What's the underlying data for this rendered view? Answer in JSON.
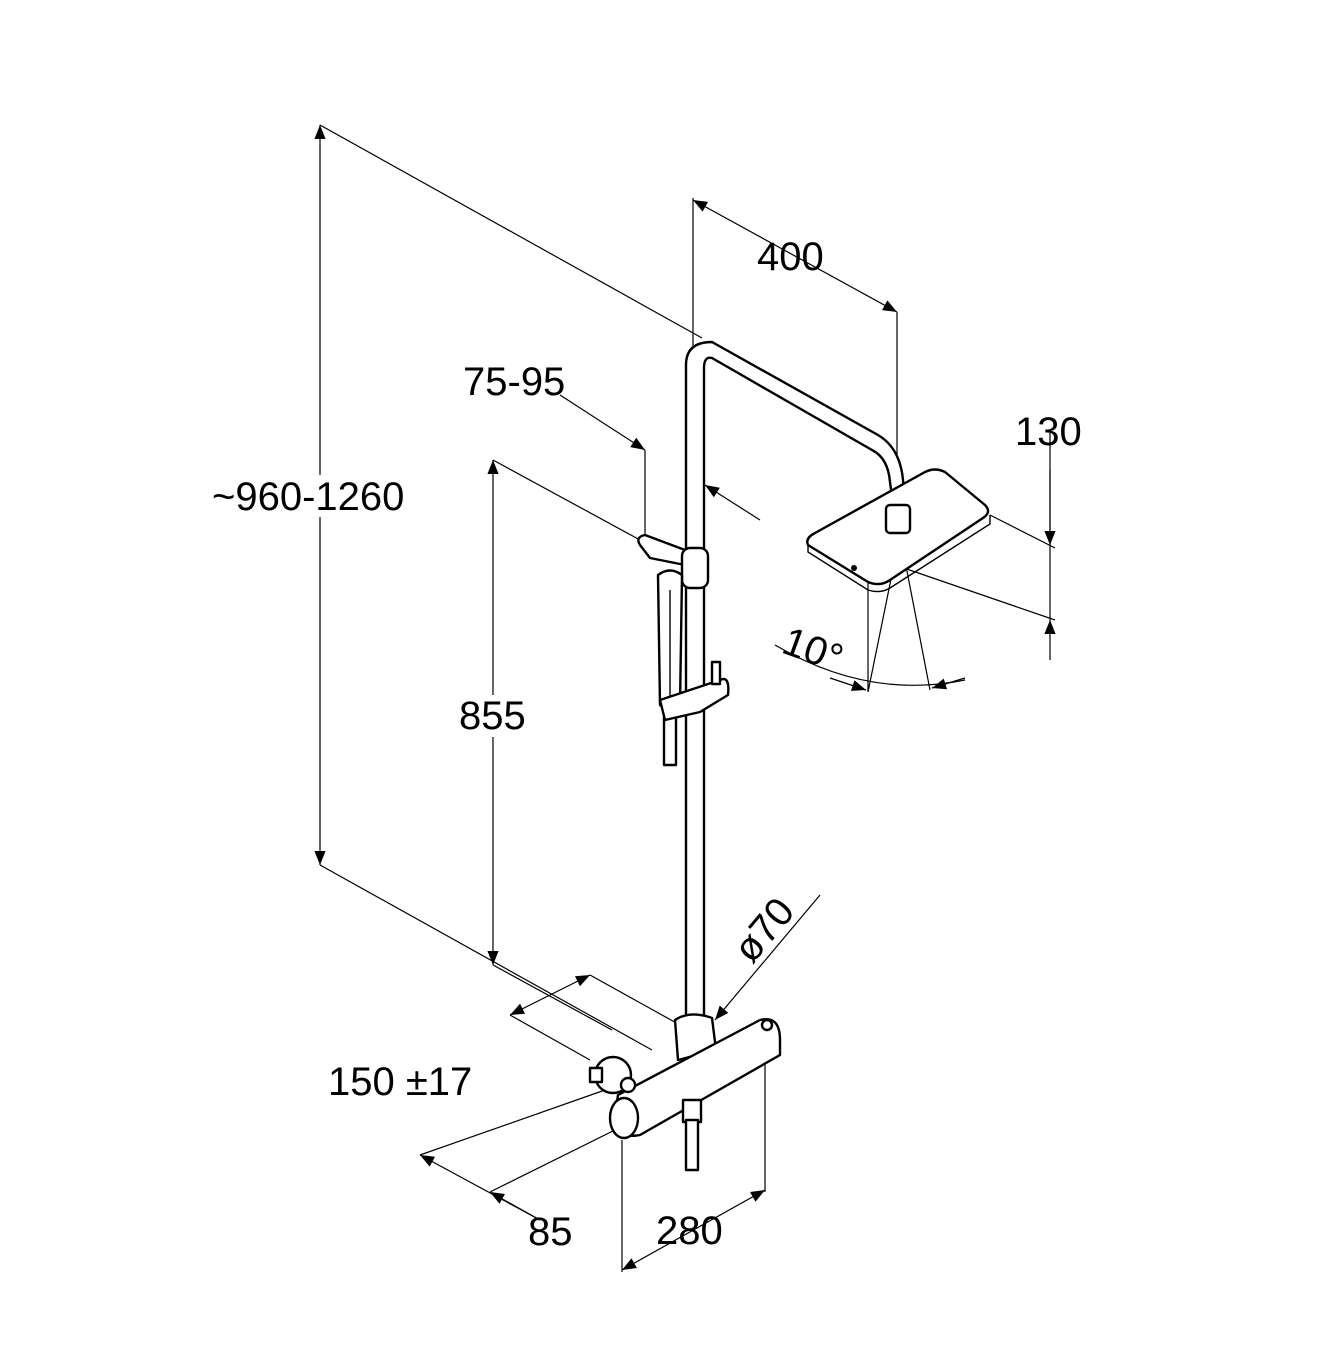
{
  "drawing": {
    "dimensions": {
      "total_height": "~960-1260",
      "arm_length": "400",
      "slider_range": "75-95",
      "head_height": "130",
      "tilt_angle": "10°",
      "bar_height": "855",
      "rosette_diameter": "ø70",
      "inlet_spacing": "150 ±17",
      "projection": "85",
      "mixer_width": "280"
    },
    "line_color": "#000000",
    "background_color": "#ffffff"
  }
}
